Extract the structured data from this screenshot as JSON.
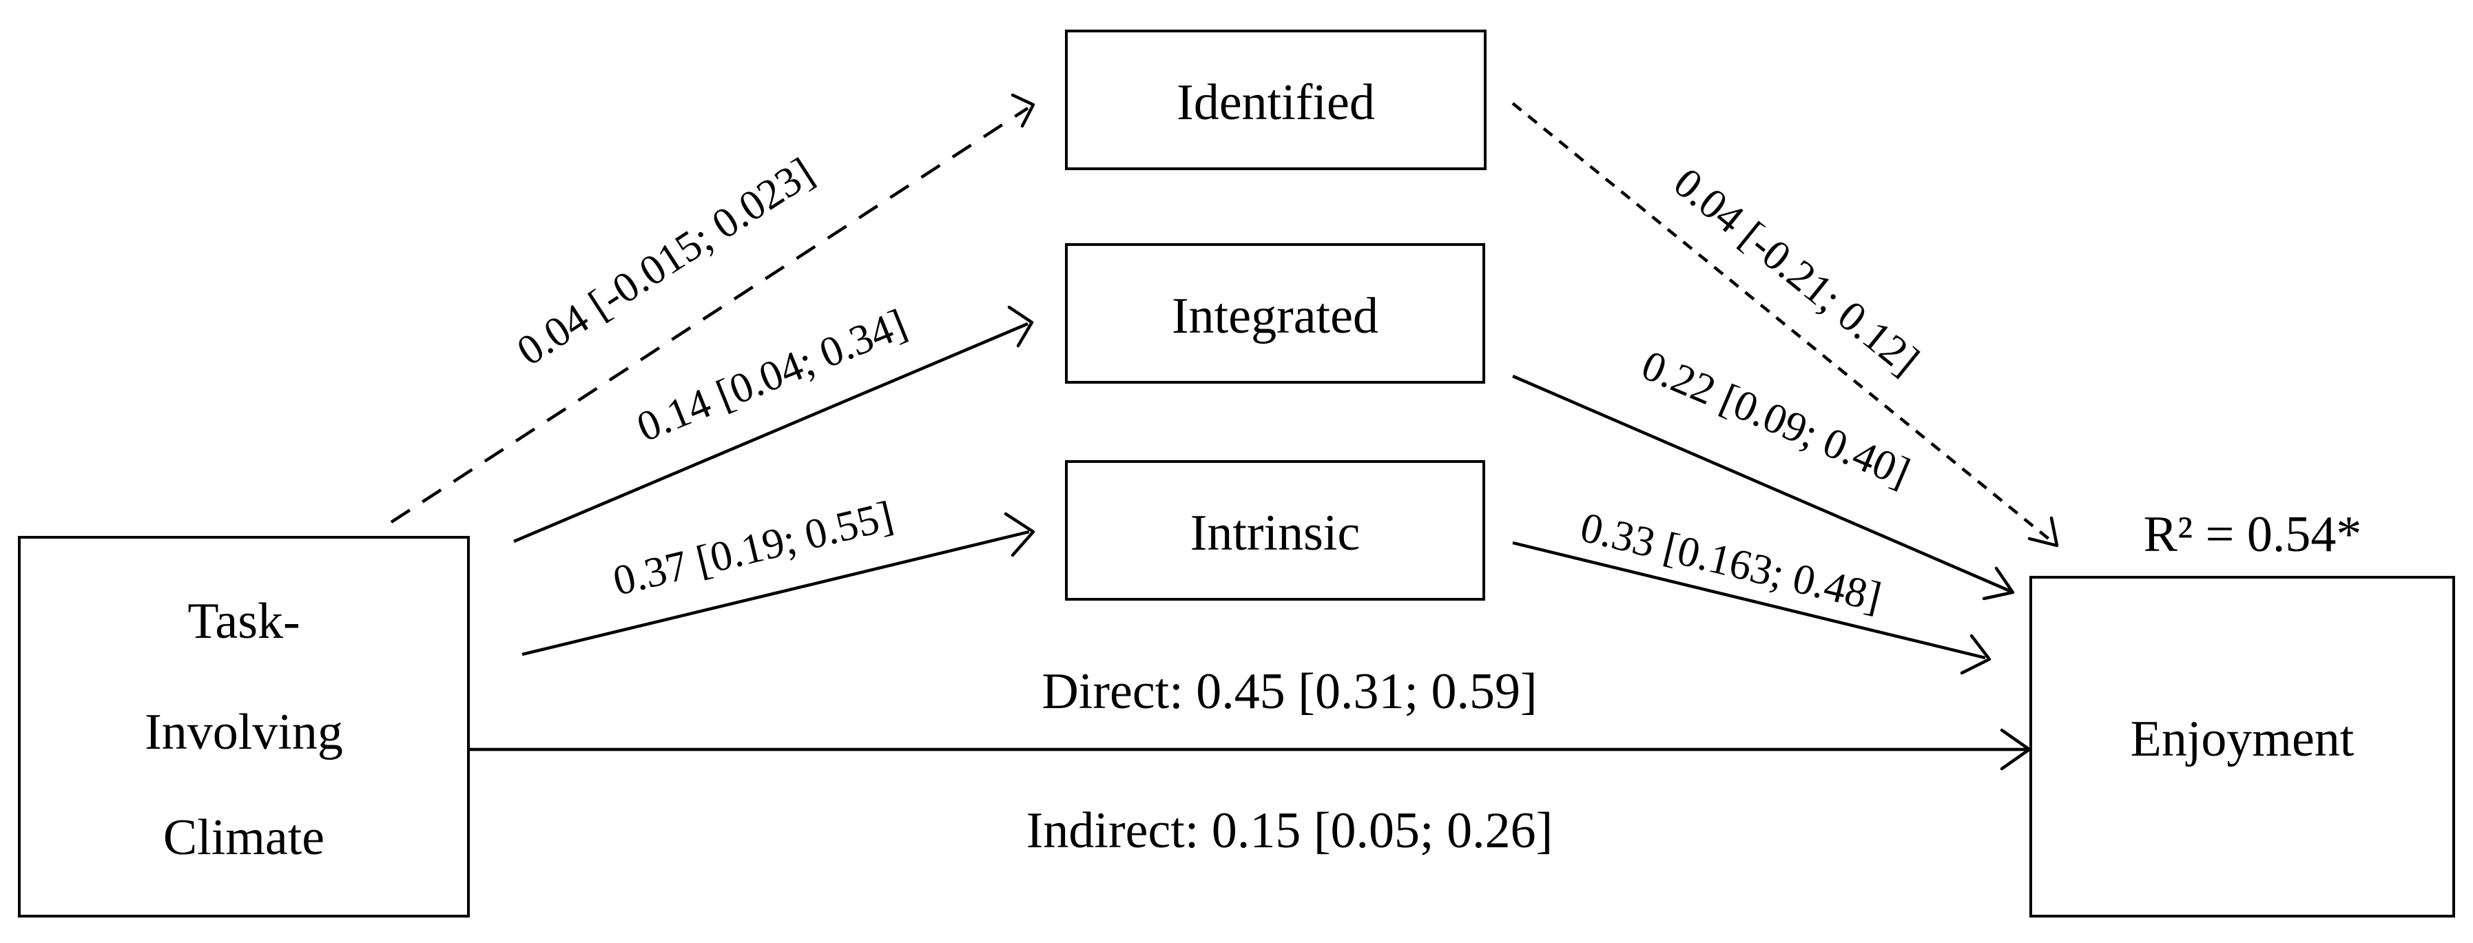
{
  "nodes": {
    "predictor": {
      "lines": [
        "Task-",
        "Involving",
        "Climate"
      ]
    },
    "outcome": {
      "label": "Enjoyment",
      "r2": "R² = 0.54*"
    },
    "mediators": [
      {
        "label": "Identified"
      },
      {
        "label": "Integrated"
      },
      {
        "label": "Intrinsic"
      }
    ]
  },
  "paths": {
    "a": [
      {
        "label": "0.04 [-0.015; 0.023]",
        "style": "dashed"
      },
      {
        "label": "0.14 [0.04; 0.34]",
        "style": "solid"
      },
      {
        "label": "0.37 [0.19; 0.55]",
        "style": "solid"
      }
    ],
    "b": [
      {
        "label": "0.04 [-0.21; 0.12]",
        "style": "dashed"
      },
      {
        "label": "0.22 [0.09; 0.40]",
        "style": "solid"
      },
      {
        "label": "0.33 [0.163; 0.48]",
        "style": "solid"
      }
    ],
    "direct": "Direct: 0.45 [0.31; 0.59]",
    "indirect": "Indirect: 0.15 [0.05; 0.26]"
  }
}
